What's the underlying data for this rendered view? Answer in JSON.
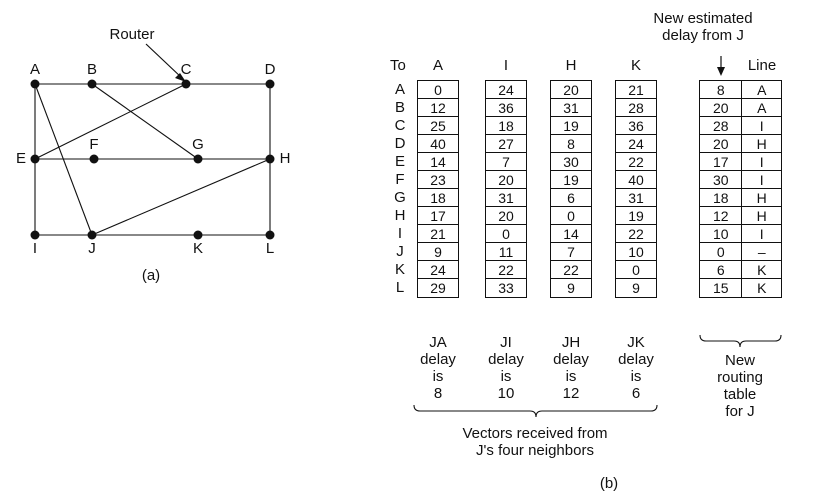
{
  "graph": {
    "router_label": "Router",
    "caption": "(a)",
    "nodes": [
      "A",
      "B",
      "C",
      "D",
      "E",
      "F",
      "G",
      "H",
      "I",
      "J",
      "K",
      "L"
    ],
    "edges": [
      [
        "A",
        "C"
      ],
      [
        "A",
        "E"
      ],
      [
        "A",
        "J"
      ],
      [
        "B",
        "G"
      ],
      [
        "C",
        "D"
      ],
      [
        "C",
        "E"
      ],
      [
        "D",
        "H"
      ],
      [
        "E",
        "H"
      ],
      [
        "E",
        "I"
      ],
      [
        "H",
        "J"
      ],
      [
        "H",
        "L"
      ],
      [
        "I",
        "L"
      ]
    ]
  },
  "table": {
    "to_label": "To",
    "rows": [
      "A",
      "B",
      "C",
      "D",
      "E",
      "F",
      "G",
      "H",
      "I",
      "J",
      "K",
      "L"
    ],
    "columns": [
      {
        "header": "A",
        "values": [
          "0",
          "12",
          "25",
          "40",
          "14",
          "23",
          "18",
          "17",
          "21",
          "9",
          "24",
          "29"
        ],
        "footer": [
          "JA",
          "delay",
          "is",
          "8"
        ]
      },
      {
        "header": "I",
        "values": [
          "24",
          "36",
          "18",
          "27",
          "7",
          "20",
          "31",
          "20",
          "0",
          "11",
          "22",
          "33"
        ],
        "footer": [
          "JI",
          "delay",
          "is",
          "10"
        ]
      },
      {
        "header": "H",
        "values": [
          "20",
          "31",
          "19",
          "8",
          "30",
          "19",
          "6",
          "0",
          "14",
          "7",
          "22",
          "9"
        ],
        "footer": [
          "JH",
          "delay",
          "is",
          "12"
        ]
      },
      {
        "header": "K",
        "values": [
          "21",
          "28",
          "36",
          "24",
          "22",
          "40",
          "31",
          "19",
          "22",
          "10",
          "0",
          "9"
        ],
        "footer": [
          "JK",
          "delay",
          "is",
          "6"
        ]
      }
    ],
    "vectors_caption": [
      "Vectors received from",
      "J's four neighbors"
    ]
  },
  "routing_table": {
    "annotation": [
      "New estimated",
      "delay from J"
    ],
    "line_header": "Line",
    "delays": [
      "8",
      "20",
      "28",
      "20",
      "17",
      "30",
      "18",
      "12",
      "10",
      "0",
      "6",
      "15"
    ],
    "lines": [
      "A",
      "A",
      "I",
      "H",
      "I",
      "I",
      "H",
      "H",
      "I",
      "–",
      "K",
      "K"
    ],
    "caption": [
      "New",
      "routing",
      "table",
      "for J"
    ]
  },
  "caption_b": "(b)"
}
